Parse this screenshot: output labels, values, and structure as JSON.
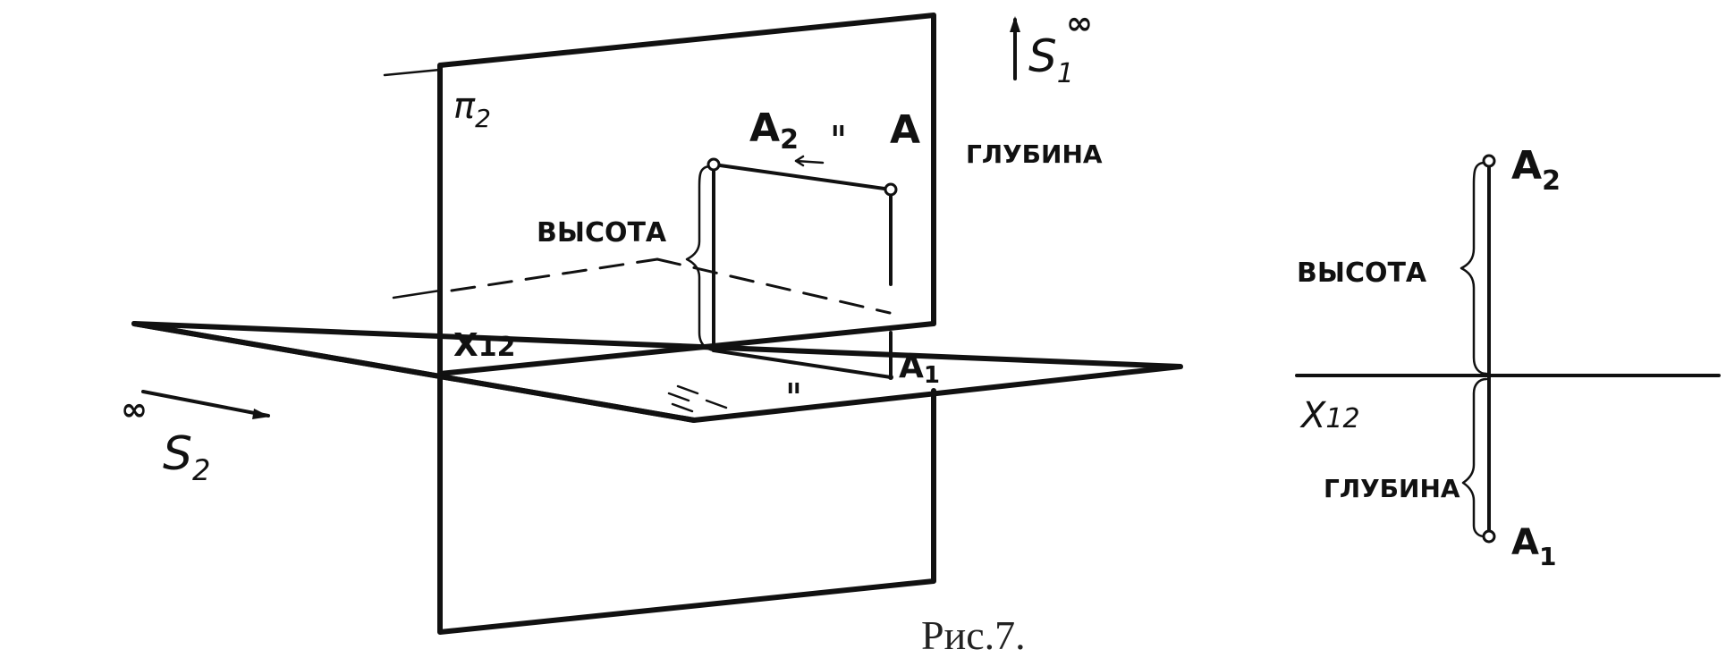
{
  "labels": {
    "pi2": "π",
    "pi2_sub": "2",
    "a2": "A",
    "a2_sub": "2",
    "parallel": "ıı",
    "a": "A",
    "vysota": "ВЫСОТА",
    "x12": "X",
    "x12_sub": "12",
    "a1": "A",
    "a1_sub": "1",
    "parallel2": "ıı",
    "s1": "S",
    "s1_sub": "1",
    "infinity": "∞",
    "glubina": "ГЛУБИНА",
    "s2": "S",
    "s2_sub": "2",
    "infinity2": "∞"
  },
  "epure": {
    "a2": "A",
    "a2_sub": "2",
    "vysota": "ВЫСОТА",
    "x12": "X",
    "x12_sub": "12",
    "glubina": "ГЛУБИНА",
    "a1": "A",
    "a1_sub": "1"
  },
  "caption": "Рис.7."
}
